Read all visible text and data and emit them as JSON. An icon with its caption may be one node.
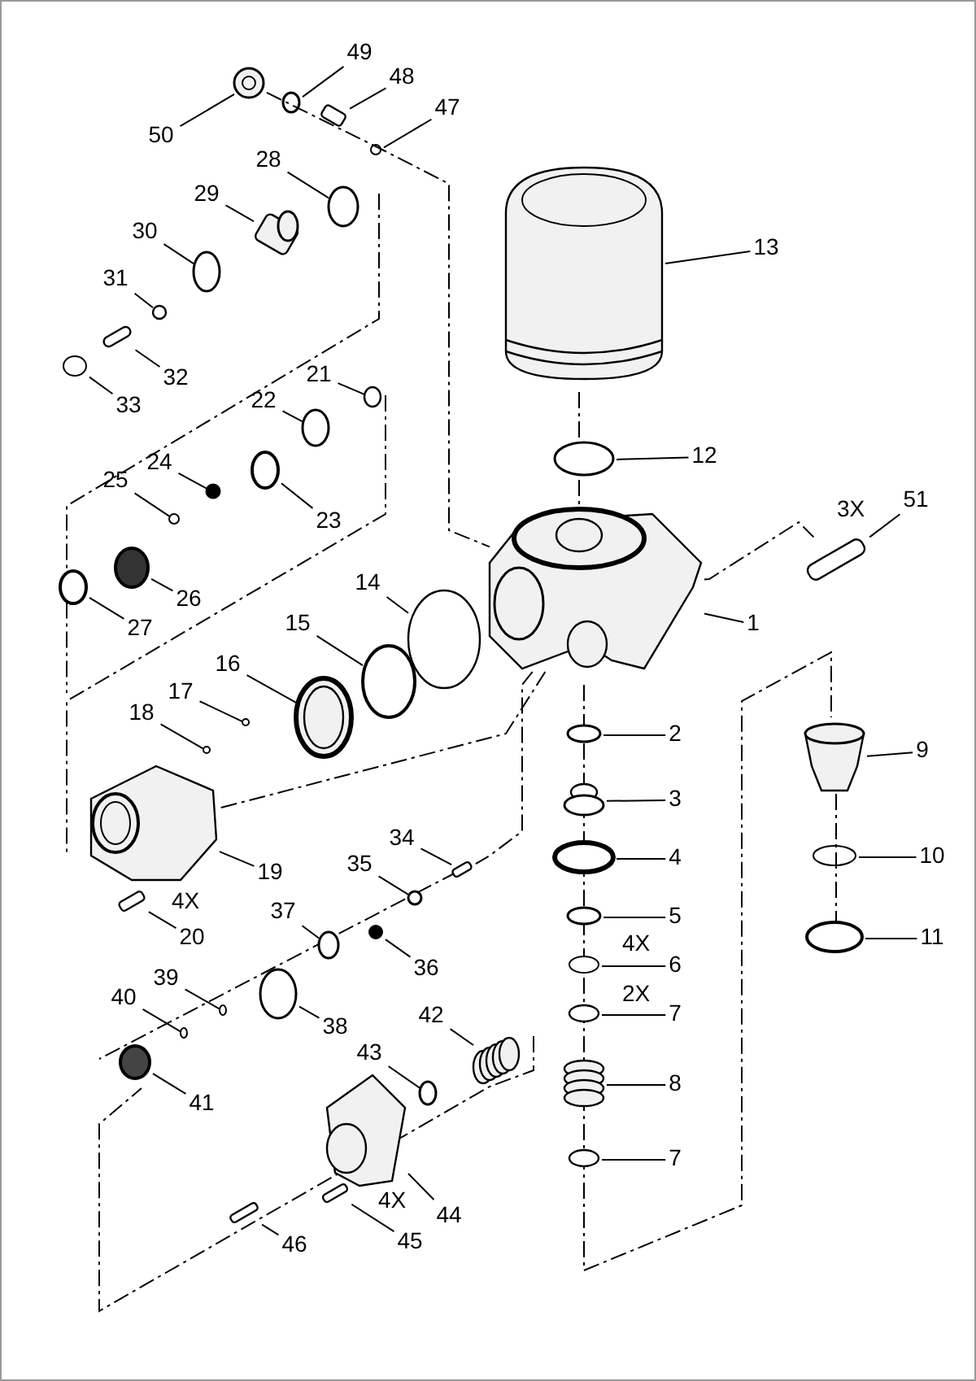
{
  "diagram": {
    "nodes": [
      {
        "text": [
          "49"
        ]
      },
      {
        "text": [
          "48"
        ]
      },
      {
        "text": [
          "47"
        ]
      },
      {
        "text": [
          "50"
        ]
      },
      {
        "text": [
          "28"
        ]
      },
      {
        "text": [
          "29"
        ]
      },
      {
        "text": [
          "13"
        ]
      },
      {
        "text": [
          "30"
        ]
      },
      {
        "text": [
          "31"
        ]
      },
      {
        "text": [
          "32"
        ]
      },
      {
        "text": [
          "33"
        ]
      },
      {
        "text": [
          "21"
        ]
      },
      {
        "text": [
          "22"
        ]
      },
      {
        "text": [
          "24"
        ]
      },
      {
        "text": [
          "12"
        ]
      },
      {
        "text": [
          "25"
        ]
      },
      {
        "text": [
          "23"
        ]
      },
      {
        "text": [
          "51"
        ]
      },
      {
        "text": [
          "26"
        ]
      },
      {
        "text": [
          "14"
        ]
      },
      {
        "text": [
          "27"
        ]
      },
      {
        "text": [
          "1"
        ]
      },
      {
        "text": [
          "15"
        ]
      },
      {
        "text": [
          "16"
        ]
      },
      {
        "text": [
          "17"
        ]
      },
      {
        "text": [
          "18"
        ]
      },
      {
        "text": [
          "2"
        ]
      },
      {
        "text": [
          "9"
        ]
      },
      {
        "text": [
          "3"
        ]
      },
      {
        "text": [
          "34"
        ]
      },
      {
        "text": [
          "4"
        ]
      },
      {
        "text": [
          "10"
        ]
      },
      {
        "text": [
          "35"
        ]
      },
      {
        "text": [
          "19"
        ]
      },
      {
        "text": [
          "37"
        ]
      },
      {
        "text": [
          "5"
        ]
      },
      {
        "text": [
          "20"
        ],
        "beside": [
          "4X"
        ]
      },
      {
        "text": [
          "11"
        ]
      },
      {
        "text": [
          "6"
        ],
        "beside": [
          "4X"
        ]
      },
      {
        "text": [
          "36"
        ]
      },
      {
        "text": [
          "39"
        ]
      },
      {
        "text": [
          "40"
        ]
      },
      {
        "text": [
          "7"
        ],
        "beside": [
          "2X"
        ]
      },
      {
        "text": [
          "42"
        ]
      },
      {
        "text": [
          "38"
        ]
      },
      {
        "text": [
          "43"
        ]
      },
      {
        "text": [
          "8"
        ]
      },
      {
        "text": [
          "41"
        ]
      },
      {
        "text": [
          "7"
        ]
      },
      {
        "text": [
          "44"
        ]
      },
      {
        "text": [
          "45"
        ]
      },
      {
        "text": [
          "46"
        ]
      },
      {
        "text": [],
        "shape": "circle"
      },
      {
        "text": [],
        "shape": "bar"
      },
      {
        "text": [],
        "shape": "circle"
      },
      {
        "text": [],
        "shape": "picture"
      },
      {
        "text": [],
        "shape": "circle"
      },
      {
        "text": [],
        "shape": "picture"
      },
      {
        "text": [],
        "shape": "picture"
      },
      {
        "text": [],
        "shape": "circle"
      },
      {
        "text": [],
        "shape": "circle"
      },
      {
        "text": [],
        "shape": "bar"
      },
      {
        "text": [],
        "shape": "circle"
      },
      {
        "text": [],
        "shape": "circle"
      },
      {
        "text": [],
        "shape": "circle"
      },
      {
        "text": [],
        "shape": "circle"
      },
      {
        "text": [],
        "shape": "circle"
      },
      {
        "text": [],
        "shape": "circle"
      },
      {
        "text": [],
        "shape": "circle"
      },
      {
        "text": [],
        "shape": "bar"
      },
      {
        "text": [],
        "shape": "circle"
      },
      {
        "text": [],
        "shape": "circle"
      },
      {
        "text": [],
        "shape": "circle"
      },
      {
        "text": [],
        "shape": "picture"
      },
      {
        "text": [],
        "shape": "circle"
      },
      {
        "text": [],
        "shape": "picture"
      },
      {
        "text": [],
        "shape": "circle"
      },
      {
        "text": [],
        "shape": "circle"
      },
      {
        "text": [],
        "shape": "circle"
      },
      {
        "text": [],
        "shape": "picture"
      },
      {
        "text": [],
        "shape": "circle"
      },
      {
        "text": [],
        "shape": "bar"
      },
      {
        "text": [],
        "shape": "circle"
      },
      {
        "text": [],
        "shape": "circle"
      },
      {
        "text": [],
        "shape": "circle"
      },
      {
        "text": [],
        "shape": "picture"
      },
      {
        "text": [],
        "shape": "circle"
      },
      {
        "text": [],
        "shape": "circle"
      },
      {
        "text": [],
        "shape": "bar"
      },
      {
        "text": [],
        "shape": "circle"
      },
      {
        "text": [],
        "shape": "circle"
      },
      {
        "text": [],
        "shape": "circle"
      },
      {
        "text": [],
        "shape": "circle"
      },
      {
        "text": [],
        "shape": "circle"
      },
      {
        "text": [],
        "shape": "circle"
      },
      {
        "text": [],
        "shape": "picture"
      },
      {
        "text": [],
        "shape": "circle"
      },
      {
        "text": [],
        "shape": "circle"
      },
      {
        "text": [],
        "shape": "picture"
      },
      {
        "text": [],
        "shape": "circle"
      },
      {
        "text": [],
        "shape": "circle"
      },
      {
        "text": [],
        "shape": "picture"
      },
      {
        "text": [],
        "shape": "bar"
      },
      {
        "text": [],
        "shape": "bar"
      }
    ],
    "edges": [
      {
        "from": 0,
        "to": 52,
        "arrow": "none"
      },
      {
        "from": 1,
        "to": 53,
        "arrow": "none"
      },
      {
        "from": 2,
        "to": 54,
        "arrow": "none"
      },
      {
        "from": 3,
        "to": 55,
        "arrow": "none"
      },
      {
        "from": 4,
        "to": 56,
        "arrow": "none"
      },
      {
        "from": 5,
        "to": 57,
        "arrow": "none"
      },
      {
        "from": 6,
        "to": 58,
        "arrow": "none"
      },
      {
        "from": 7,
        "to": 59,
        "arrow": "none"
      },
      {
        "from": 8,
        "to": 60,
        "arrow": "none"
      },
      {
        "from": 9,
        "to": 61,
        "arrow": "none"
      },
      {
        "from": 10,
        "to": 62,
        "arrow": "none"
      },
      {
        "from": 11,
        "to": 63,
        "arrow": "none"
      },
      {
        "from": 12,
        "to": 64,
        "arrow": "none"
      },
      {
        "from": 13,
        "to": 65,
        "arrow": "none"
      },
      {
        "from": 14,
        "to": 66,
        "arrow": "none"
      },
      {
        "from": 15,
        "to": 67,
        "arrow": "none"
      },
      {
        "from": 16,
        "to": 68,
        "arrow": "none"
      },
      {
        "from": 17,
        "to": 69,
        "arrow": "none"
      },
      {
        "from": 18,
        "to": 70,
        "arrow": "none"
      },
      {
        "from": 19,
        "to": 71,
        "arrow": "none"
      },
      {
        "from": 20,
        "to": 72,
        "arrow": "none"
      },
      {
        "from": 21,
        "to": 73,
        "arrow": "none"
      },
      {
        "from": 22,
        "to": 74,
        "arrow": "none"
      },
      {
        "from": 23,
        "to": 75,
        "arrow": "none"
      },
      {
        "from": 24,
        "to": 76,
        "arrow": "none"
      },
      {
        "from": 25,
        "to": 77,
        "arrow": "none"
      },
      {
        "from": 26,
        "to": 78,
        "arrow": "none"
      },
      {
        "from": 27,
        "to": 79,
        "arrow": "none"
      },
      {
        "from": 28,
        "to": 80,
        "arrow": "none"
      },
      {
        "from": 29,
        "to": 81,
        "arrow": "none"
      },
      {
        "from": 30,
        "to": 82,
        "arrow": "none"
      },
      {
        "from": 31,
        "to": 83,
        "arrow": "none"
      },
      {
        "from": 32,
        "to": 84,
        "arrow": "none"
      },
      {
        "from": 33,
        "to": 85,
        "arrow": "none"
      },
      {
        "from": 34,
        "to": 86,
        "arrow": "none"
      },
      {
        "from": 35,
        "to": 87,
        "arrow": "none"
      },
      {
        "from": 36,
        "to": 88,
        "arrow": "none"
      },
      {
        "from": 37,
        "to": 89,
        "arrow": "none"
      },
      {
        "from": 38,
        "to": 90,
        "arrow": "none"
      },
      {
        "from": 39,
        "to": 91,
        "arrow": "none"
      },
      {
        "from": 40,
        "to": 92,
        "arrow": "none"
      },
      {
        "from": 41,
        "to": 93,
        "arrow": "none"
      },
      {
        "from": 42,
        "to": 94,
        "arrow": "none"
      },
      {
        "from": 43,
        "to": 95,
        "arrow": "none"
      },
      {
        "from": 44,
        "to": 96,
        "arrow": "none"
      },
      {
        "from": 45,
        "to": 97,
        "arrow": "none"
      },
      {
        "from": 46,
        "to": 98,
        "arrow": "none"
      },
      {
        "from": 47,
        "to": 99,
        "arrow": "none"
      },
      {
        "from": 48,
        "to": 100,
        "arrow": "none"
      },
      {
        "from": 49,
        "to": 101,
        "arrow": "none"
      },
      {
        "from": 50,
        "to": 102,
        "arrow": "none"
      },
      {
        "from": 51,
        "to": 103,
        "arrow": "none"
      },
      {
        "from": 55,
        "to": 73,
        "arrow": "none",
        "style": "dashed"
      },
      {
        "from": 73,
        "to": 69,
        "arrow": "none",
        "style": "dashed"
      },
      {
        "from": 73,
        "to": 85,
        "arrow": "none",
        "style": "dashed"
      },
      {
        "from": 73,
        "to": 81,
        "arrow": "none",
        "style": "dashed"
      },
      {
        "from": 79,
        "to": 89,
        "arrow": "none",
        "style": "dashed"
      }
    ],
    "labels": [
      "3X",
      "4X"
    ]
  }
}
